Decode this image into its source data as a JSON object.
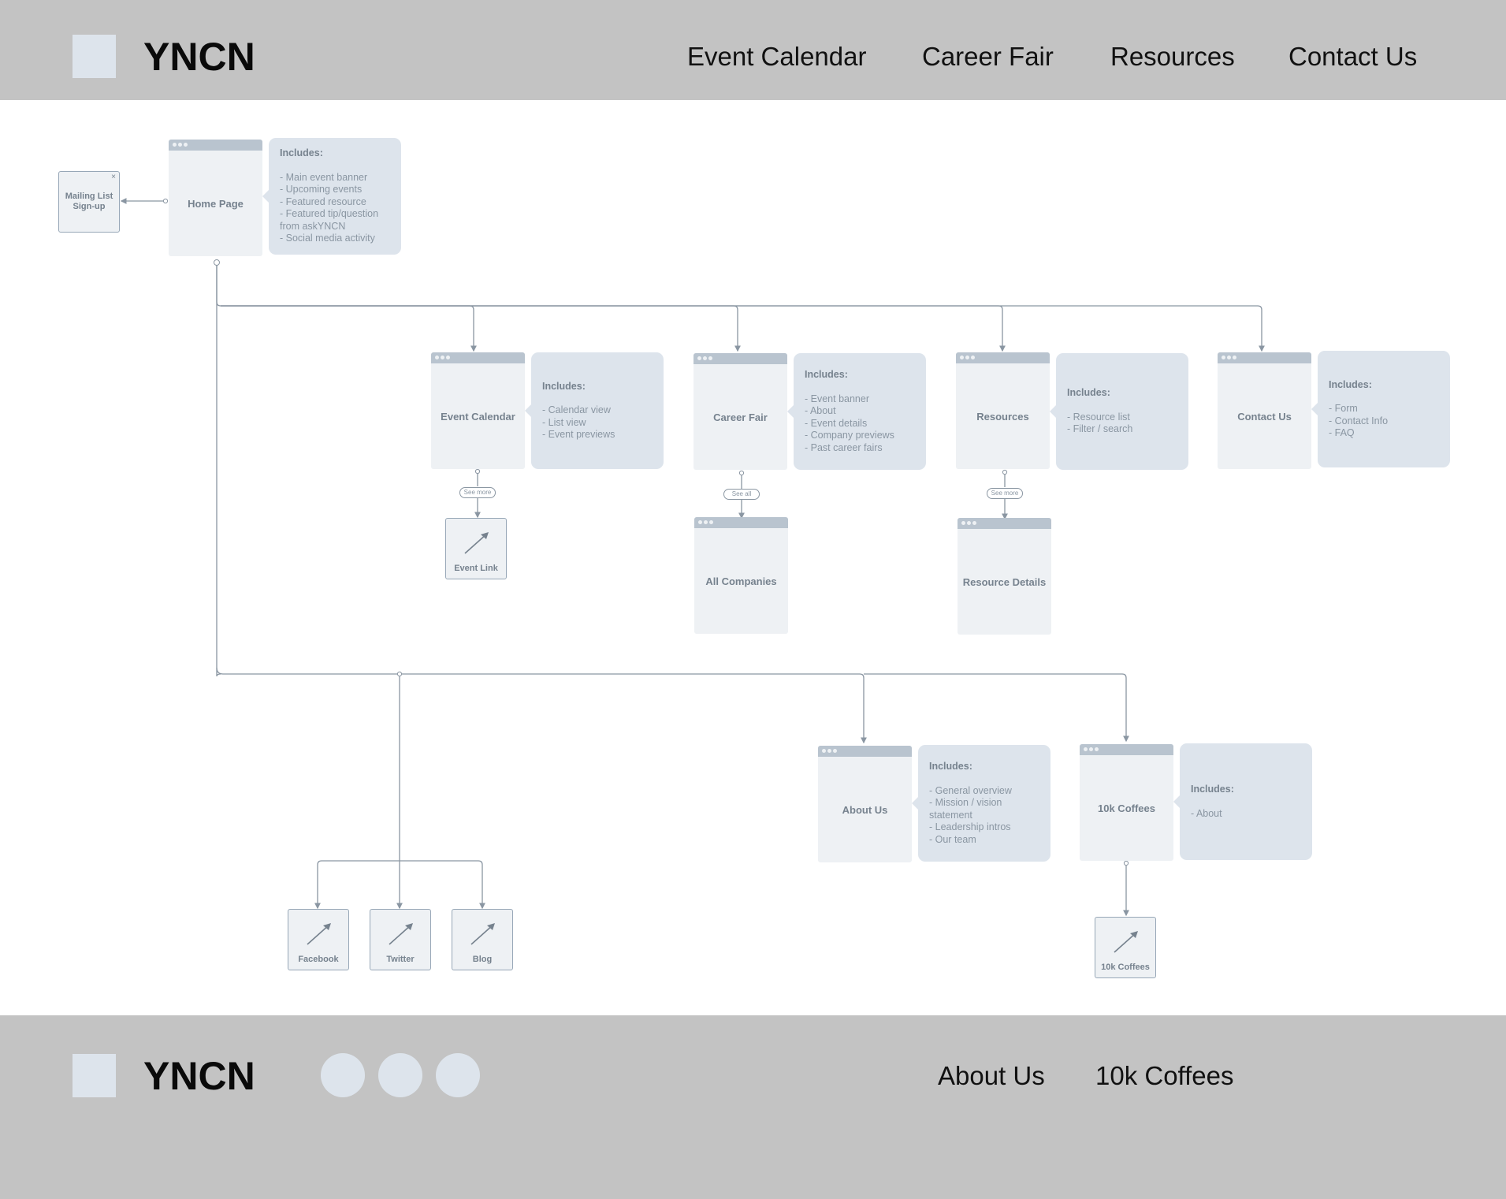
{
  "header": {
    "brand": "YNCN",
    "nav": [
      "Event Calendar",
      "Career Fair",
      "Resources",
      "Contact Us"
    ]
  },
  "sitemap": {
    "popup": {
      "label": "Mailing List Sign-up",
      "close_glyph": "×"
    },
    "home": {
      "label": "Home Page",
      "heading": "Includes:",
      "items": [
        "- Main event banner",
        "- Upcoming events",
        "- Featured resource",
        "- Featured tip/question from askYNCN",
        "- Social media activity"
      ]
    },
    "event_calendar": {
      "label": "Event Calendar",
      "heading": "Includes:",
      "items": [
        "- Calendar view",
        "- List view",
        "- Event previews"
      ],
      "connector": "See more",
      "child": "Event Link"
    },
    "career_fair": {
      "label": "Career Fair",
      "heading": "Includes:",
      "items": [
        "- Event banner",
        "- About",
        "- Event details",
        "- Company previews",
        "- Past career fairs"
      ],
      "connector": "See all",
      "child": "All Companies"
    },
    "resources": {
      "label": "Resources",
      "heading": "Includes:",
      "items": [
        "- Resource list",
        "- Filter / search"
      ],
      "connector": "See more",
      "child": "Resource Details"
    },
    "contact_us": {
      "label": "Contact Us",
      "heading": "Includes:",
      "items": [
        "- Form",
        "- Contact Info",
        "- FAQ"
      ]
    },
    "about_us": {
      "label": "About Us",
      "heading": "Includes:",
      "items": [
        "- General overview",
        "- Mission / vision statement",
        "- Leadership intros",
        "- Our team"
      ]
    },
    "coffees": {
      "label": "10k Coffees",
      "heading": "Includes:",
      "items": [
        "- About"
      ],
      "child": "10k Coffees"
    },
    "social": [
      "Facebook",
      "Twitter",
      "Blog"
    ]
  },
  "footer": {
    "brand": "YNCN",
    "links": [
      "About Us",
      "10k Coffees"
    ]
  },
  "colors": {
    "bar": "#c3c3c3",
    "node": "#eef1f4",
    "note": "#dde4ec",
    "titlebar": "#b9c4cf",
    "wire": "#8a96a2"
  }
}
